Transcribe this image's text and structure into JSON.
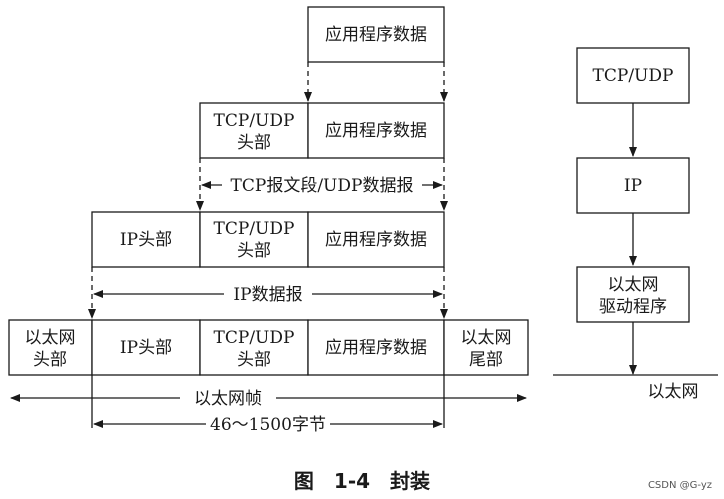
{
  "encapsulation": {
    "row1": {
      "app_data": "应用程序数据"
    },
    "row2": {
      "tcp_udp_header": [
        "TCP/UDP",
        "头部"
      ],
      "app_data": "应用程序数据"
    },
    "segment_span": "TCP报文段/UDP数据报",
    "row3": {
      "ip_header": "IP头部",
      "tcp_udp_header": [
        "TCP/UDP",
        "头部"
      ],
      "app_data": "应用程序数据"
    },
    "ip_datagram_span": "IP数据报",
    "row4": {
      "eth_header": [
        "以太网",
        "头部"
      ],
      "ip_header": "IP头部",
      "tcp_udp_header": [
        "TCP/UDP",
        "头部"
      ],
      "app_data": "应用程序数据",
      "eth_trailer": [
        "以太网",
        "尾部"
      ]
    },
    "frame_span": "以太网帧",
    "frame_size_span": "46～1500字节"
  },
  "stack": {
    "layers": [
      {
        "label": [
          "TCP/UDP"
        ]
      },
      {
        "label": [
          "IP"
        ]
      },
      {
        "label": [
          "以太网",
          "驱动程序"
        ]
      }
    ],
    "network": "以太网"
  },
  "caption": "图　1-4　封装",
  "watermark": "CSDN @G-yz"
}
